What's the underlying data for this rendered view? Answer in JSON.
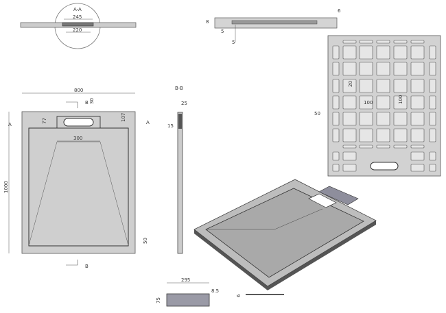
{
  "colors": {
    "tray_fill": "#cfcfcf",
    "outline": "#4a4a4a",
    "cover_fill": "#9a9aa6",
    "line": "#555555"
  },
  "section_aa": {
    "label": "A-A",
    "dim_top": "245",
    "dim_bottom": "220"
  },
  "section_top_right": {
    "dim_left": "8",
    "dim_right": "6",
    "dim_a": "5",
    "dim_b": "5"
  },
  "plan": {
    "width": "800",
    "height": "1000",
    "drain_width": "300",
    "dim_77": "77",
    "dim_30": "30",
    "dim_107": "107",
    "dim_50": "50",
    "marker_a": "A",
    "marker_b": "B"
  },
  "section_bb": {
    "label": "B-B",
    "dim_25": "25",
    "dim_15": "15"
  },
  "underside": {
    "dim_20": "20",
    "dim_100a": "100",
    "dim_100b": "100",
    "dim_50": "50"
  },
  "cover": {
    "width": "295",
    "height": "75",
    "thickness": "8.5",
    "plate": "6"
  }
}
